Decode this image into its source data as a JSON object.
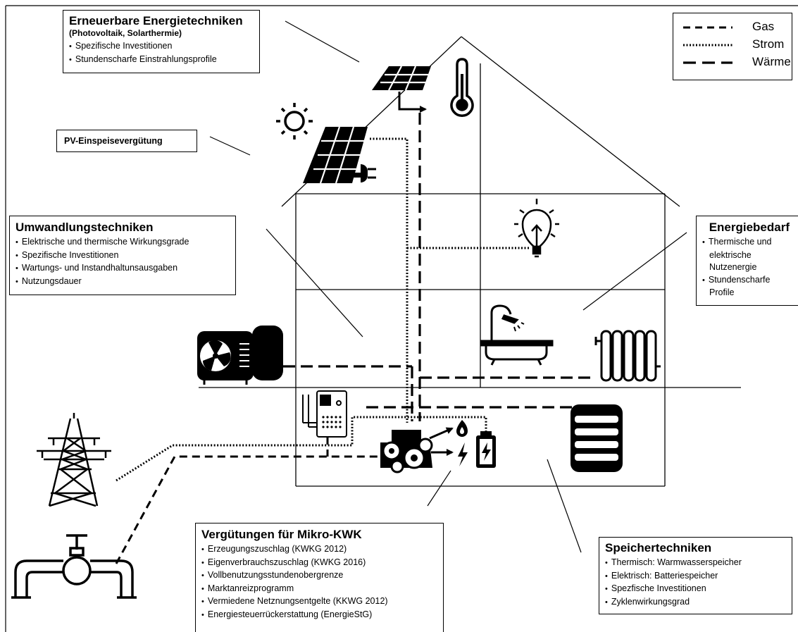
{
  "legend": {
    "gas": "Gas",
    "strom": "Strom",
    "waerme": "Wärme"
  },
  "boxes": {
    "erneuerbare": {
      "title": "Erneuerbare Energietechniken",
      "subtitle": "(Photovoltaik, Solarthermie)",
      "items": [
        "Spezifische Investitionen",
        "Stundenscharfe Einstrahlungsprofile"
      ]
    },
    "pv": {
      "title": "PV-Einspeisevergütung"
    },
    "umwandlung": {
      "title": "Umwandlungstechniken",
      "items": [
        "Elektrische und thermische Wirkungsgrade",
        "Spezifische Investitionen",
        "Wartungs- und Instandhaltunsausgaben",
        "Nutzungsdauer"
      ]
    },
    "energiebedarf": {
      "title": "Energiebedarf",
      "items": [
        "Thermische und elektrische Nutzenergie",
        "Stundenscharfe Profile"
      ]
    },
    "verguetungen": {
      "title": "Vergütungen für Mikro-KWK",
      "items": [
        "Erzeugungszuschlag (KWKG 2012)",
        "Eigenverbrauchszuschlag (KWKG 2016)",
        "Vollbenutzungsstundenobergrenze",
        "Marktanreizprogramm",
        "Vermiedene Netznungsentgelte (KKWG 2012)",
        "Energiesteuerrückerstattung (EnergieStG)"
      ]
    },
    "speicher": {
      "title": "Speichertechniken",
      "items": [
        "Thermisch: Warmwasserspeicher",
        "Elektrisch: Batteriespeicher",
        "Spezfische Investitionen",
        "Zyklenwirkungsgrad"
      ]
    }
  },
  "icons": [
    "sun-icon",
    "solar-panel-icon",
    "pv-panel-plug-icon",
    "thermometer-icon",
    "light-bulb-icon",
    "shower-bathtub-icon",
    "radiator-icon",
    "heat-pump-icon",
    "boiler-icon",
    "chp-unit-icon",
    "flame-icon",
    "lightning-icon",
    "battery-icon",
    "storage-tank-icon",
    "power-pylon-icon",
    "gas-valve-icon"
  ]
}
